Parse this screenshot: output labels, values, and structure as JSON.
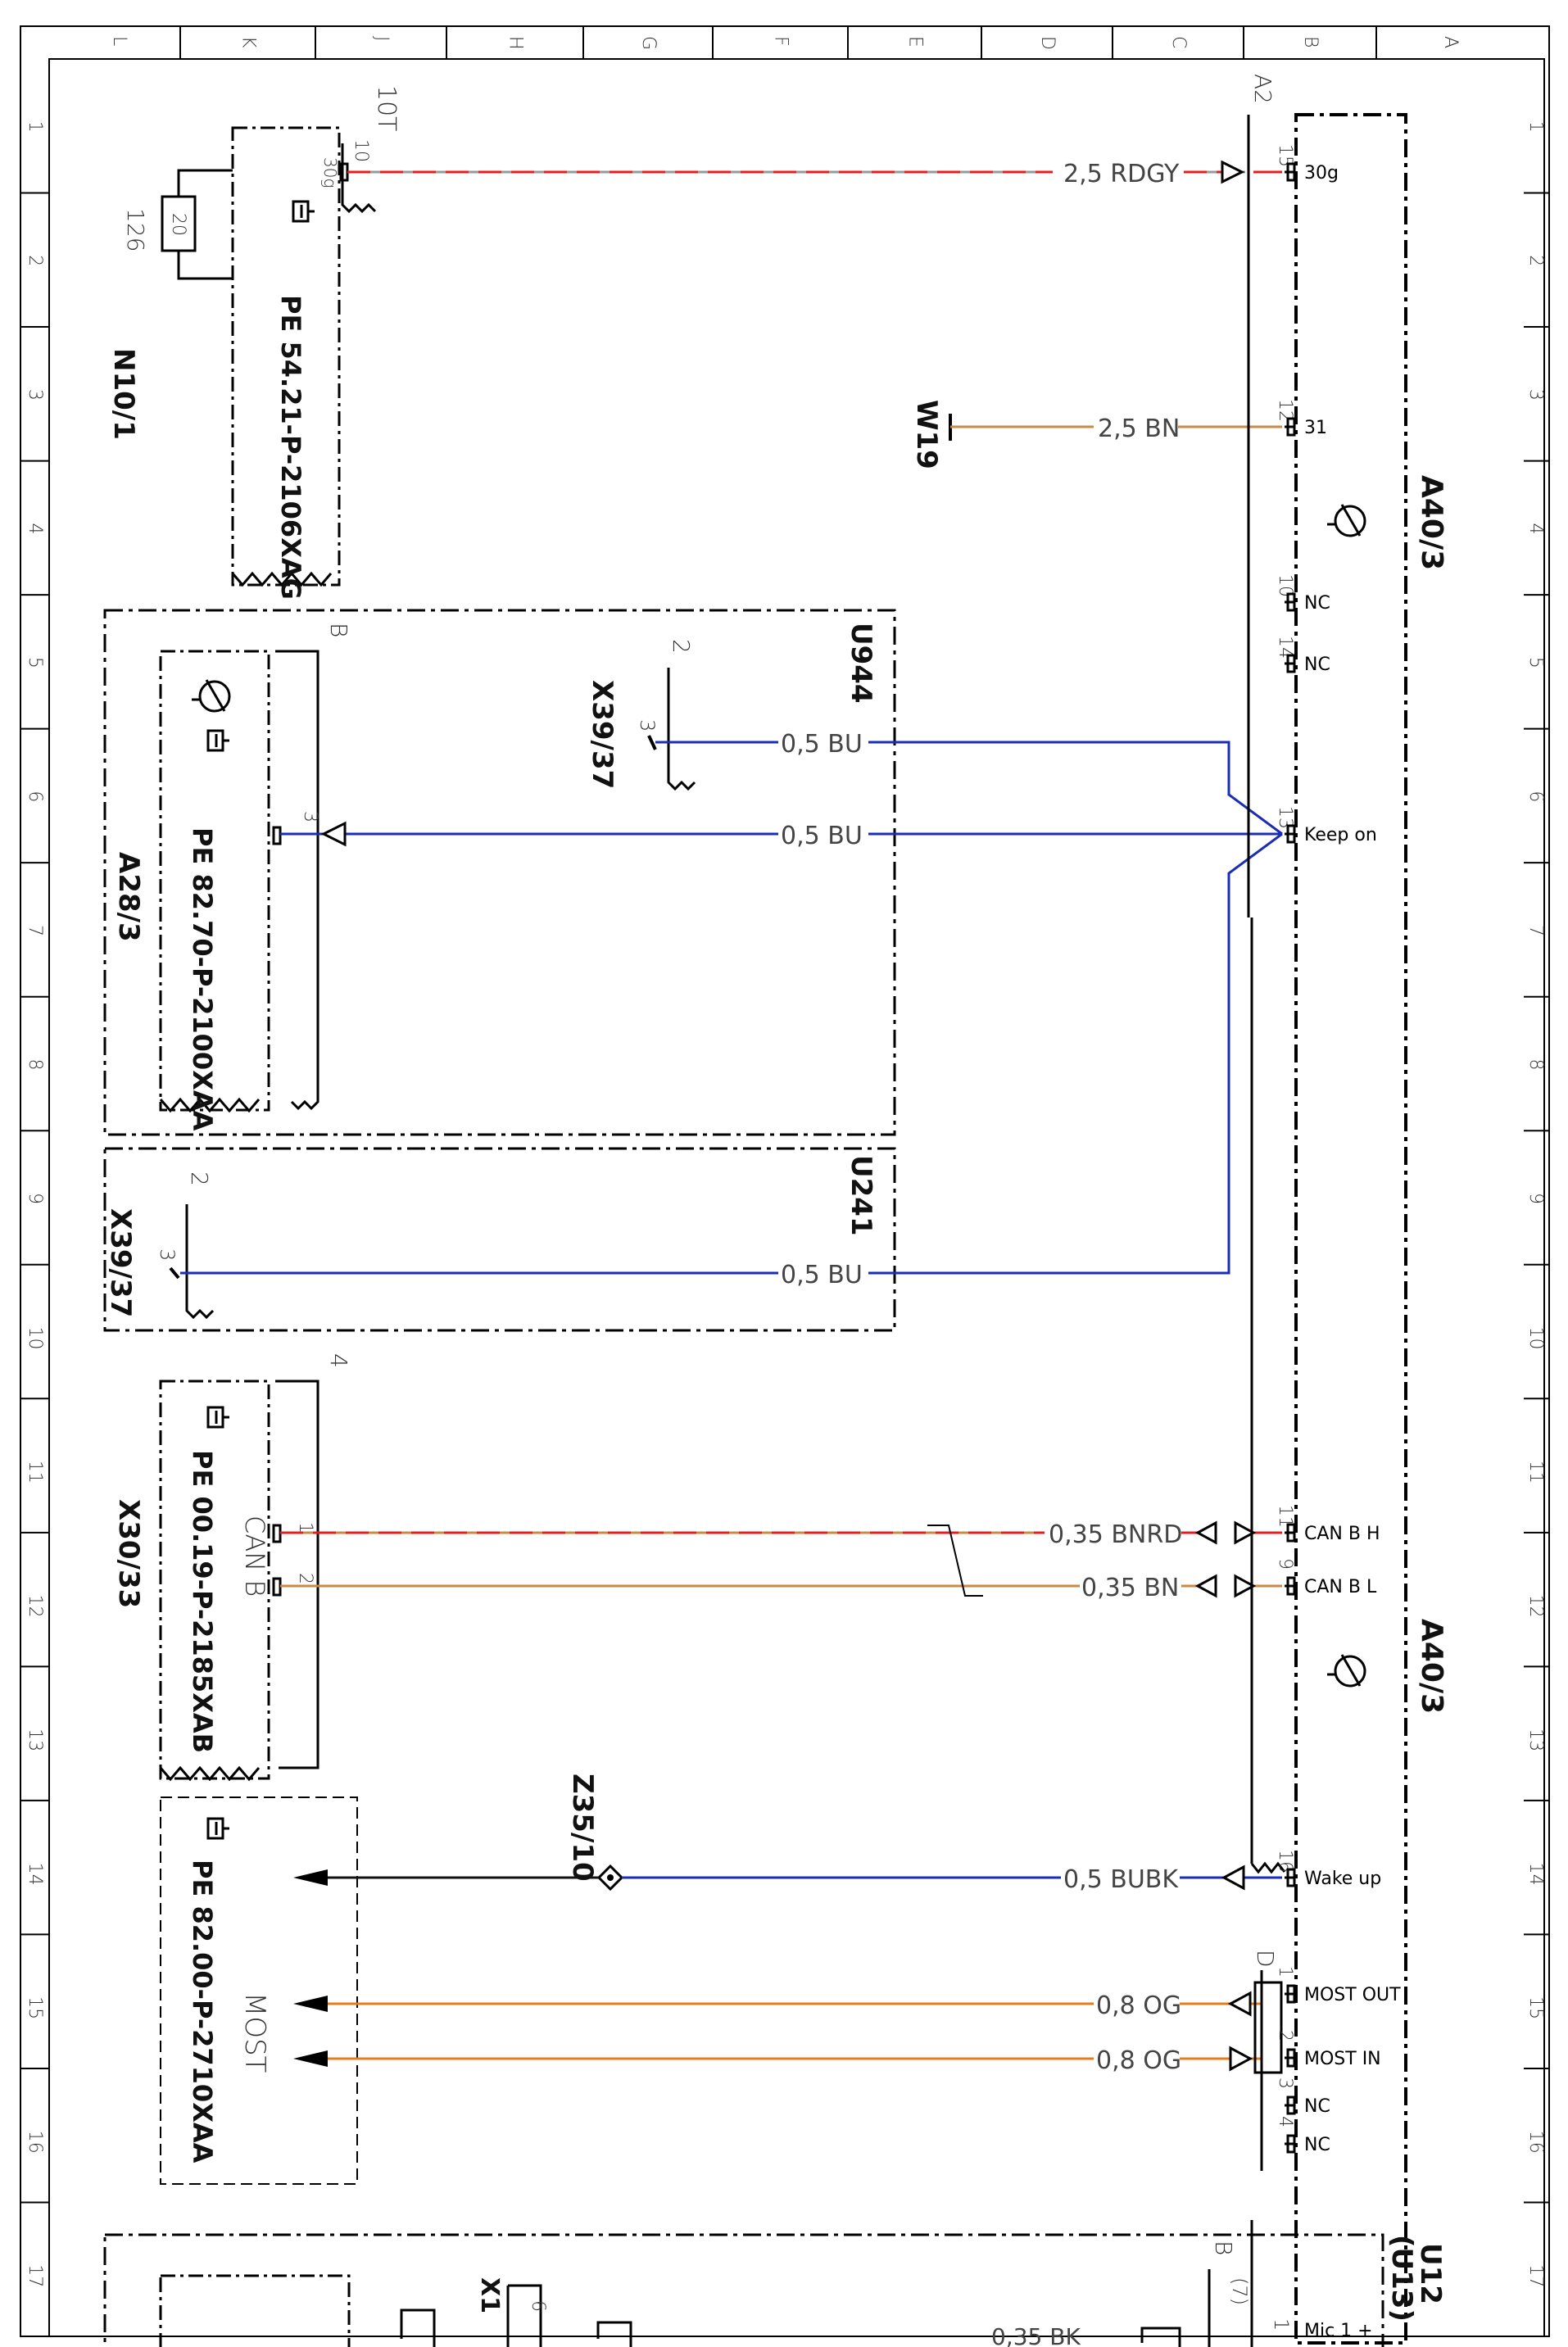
{
  "frame": {
    "top_columns": [
      "L",
      "K",
      "J",
      "H",
      "G",
      "F",
      "E",
      "D",
      "C",
      "B",
      "A"
    ],
    "side_rows": [
      "1",
      "2",
      "3",
      "4",
      "5",
      "6",
      "7",
      "8",
      "9",
      "10",
      "11",
      "12",
      "13",
      "14",
      "15",
      "16",
      "17"
    ]
  },
  "components": {
    "n10_1": {
      "id": "N10/1",
      "connector": "10T",
      "pin_top": "10",
      "pin_sub": "30g",
      "fuse_id": "126",
      "fuse_value": "20",
      "ref": "PE 54.21-P-2106XAG"
    },
    "w19": {
      "id": "W19"
    },
    "u944": {
      "id": "U944",
      "connector_id": "X39/37",
      "connector_num": "2",
      "connector_pin": "3"
    },
    "a28_3": {
      "id": "A28/3",
      "connector": "B",
      "pin": "3",
      "ref": "PE 82.70-P-2100XAA"
    },
    "u241": {
      "id": "U241",
      "connector_id": "X39/37",
      "connector_num": "2",
      "connector_pin": "3"
    },
    "x30_33": {
      "id": "X30/33",
      "connector": "4",
      "bus": "CAN B",
      "pin_h": "1",
      "pin_l": "2",
      "ref": "PE 00.19-P-2185XAB"
    },
    "z35_10": {
      "id": "Z35/10"
    },
    "most": {
      "bus": "MOST",
      "ref": "PE 82.00-P-2710XAA"
    },
    "a40_3": {
      "id": "A40/3",
      "id_lower": "A40/3",
      "connector_a": "A2",
      "connector_b": "B",
      "connector_d": "D",
      "pins": [
        {
          "num": "15",
          "name": "30g"
        },
        {
          "num": "12",
          "name": "31"
        },
        {
          "num": "10",
          "name": "NC"
        },
        {
          "num": "14",
          "name": "NC"
        },
        {
          "num": "13",
          "name": "Keep on"
        },
        {
          "num": "11",
          "name": "CAN B H"
        },
        {
          "num": "9",
          "name": "CAN B L"
        },
        {
          "num": "16",
          "name": "Wake up"
        },
        {
          "num": "1",
          "name": "MOST OUT"
        },
        {
          "num": "2",
          "name": "MOST IN"
        },
        {
          "num": "3",
          "name": "NC"
        },
        {
          "num": "4",
          "name": "NC"
        }
      ]
    },
    "u12": {
      "id": "U12",
      "id_alt": "(U13)",
      "connector": "B",
      "pin_paren": "(7)",
      "pin": "1",
      "name": "Mic 1 +",
      "wire": "0,35 BK",
      "x_id": "X1",
      "x_pin": "6"
    }
  },
  "wires": {
    "w1": {
      "label": "2,5 RDGY",
      "color": "#e41e1e",
      "stripe": "#9a9a9a"
    },
    "w2": {
      "label": "2,5 BN",
      "color": "#c98a46"
    },
    "w3": {
      "label": "0,5 BU",
      "color": "#1c2db5"
    },
    "w4": {
      "label": "0,5 BU",
      "color": "#1c2db5"
    },
    "w5": {
      "label": "0,5 BU",
      "color": "#1c2db5"
    },
    "w6": {
      "label": "0,35 BNRD",
      "color": "#e41e1e",
      "stripe": "#c98a46"
    },
    "w7": {
      "label": "0,35 BN",
      "color": "#c98a46"
    },
    "w8": {
      "label": "0,5 BUBK",
      "color": "#1c2db5",
      "stripe": "#111111"
    },
    "w9": {
      "label": "0,8 OG",
      "color": "#e77b1a"
    },
    "w10": {
      "label": "0,8 OG",
      "color": "#e77b1a"
    }
  }
}
